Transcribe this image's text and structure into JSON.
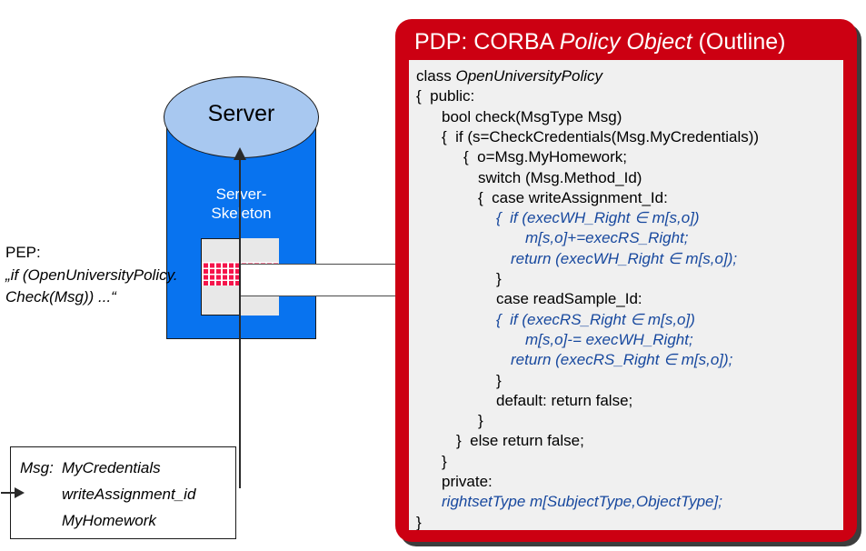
{
  "diagram": {
    "server": {
      "title": "Server",
      "skeleton_label_line1": "Server-",
      "skeleton_label_line2": "Skeleton",
      "body_color": "#0873ef",
      "top_color": "#a8c8f0"
    },
    "firewall": {
      "name": "firewall-brick-pattern",
      "brick_color": "#f5144b",
      "box_color": "#e8e8e8"
    },
    "pep": {
      "label": "PEP:",
      "quote_line1": "„if (OpenUniversityPolicy.",
      "quote_line2": "Check(Msg)) ...“"
    },
    "msg": {
      "key": "Msg:",
      "line1": "MyCredentials",
      "line2": "writeAssignment_id",
      "line3": "MyHomework"
    }
  },
  "pdp": {
    "panel_color": "#cc0012",
    "code_bg": "#f0f0f0",
    "code_blue": "#17489e",
    "title": {
      "prefix": "PDP: CORBA ",
      "emphasis": "Policy Object",
      "suffix": " (Outline)"
    },
    "code": [
      {
        "indent": 0,
        "plain": "class ",
        "italic": "OpenUniversityPolicy",
        "blue": false
      },
      {
        "indent": 0,
        "text": "{  public:",
        "blue": false
      },
      {
        "indent": 28,
        "text": "bool check(MsgType Msg)",
        "blue": false
      },
      {
        "indent": 28,
        "text": "{  if (s=CheckCredentials(Msg.MyCredentials))",
        "blue": false
      },
      {
        "indent": 52,
        "text": "{  o=Msg.MyHomework;",
        "blue": false
      },
      {
        "indent": 68,
        "text": "switch (Msg.Method_Id)",
        "blue": false
      },
      {
        "indent": 68,
        "text": "{  case writeAssignment_Id:",
        "blue": false
      },
      {
        "indent": 88,
        "text": "{  if (execWH_Right ∈ m[s,o])",
        "blue": true
      },
      {
        "indent": 120,
        "text": "m[s,o]+=execRS_Right;",
        "blue": true
      },
      {
        "indent": 104,
        "text": "return (execWH_Right ∈ m[s,o]);",
        "blue": true
      },
      {
        "indent": 88,
        "text": "}",
        "blue": false
      },
      {
        "indent": 88,
        "text": "case readSample_Id:",
        "blue": false
      },
      {
        "indent": 88,
        "text": "{  if (execRS_Right ∈ m[s,o])",
        "blue": true
      },
      {
        "indent": 120,
        "text": "m[s,o]-= execWH_Right;",
        "blue": true
      },
      {
        "indent": 104,
        "text": "return (execRS_Right ∈ m[s,o]);",
        "blue": true
      },
      {
        "indent": 88,
        "text": "}",
        "blue": false
      },
      {
        "indent": 88,
        "text": "default: return false;",
        "blue": false
      },
      {
        "indent": 68,
        "text": "}",
        "blue": false
      },
      {
        "indent": 44,
        "text": "}  else return false;",
        "blue": false
      },
      {
        "indent": 28,
        "text": "}",
        "blue": false
      },
      {
        "indent": 28,
        "text": "private:",
        "blue": false
      },
      {
        "indent": 28,
        "text": "rightsetType m[SubjectType,ObjectType];",
        "blue": true
      },
      {
        "indent": 0,
        "text": "}",
        "blue": false
      }
    ]
  }
}
